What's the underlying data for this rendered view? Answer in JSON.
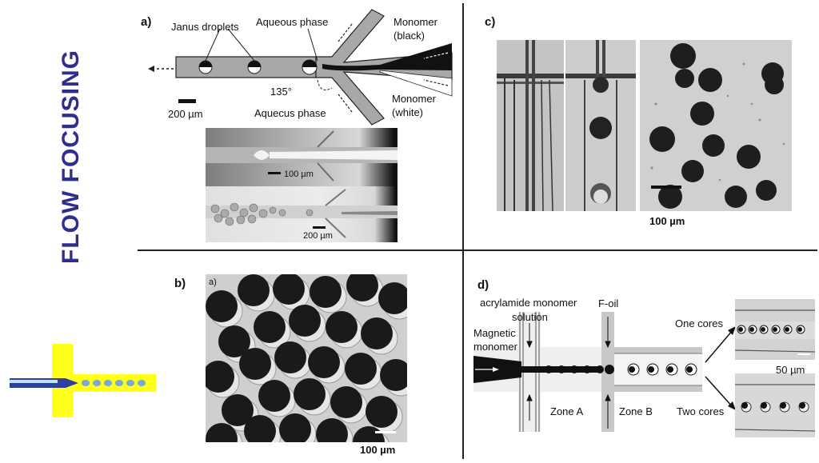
{
  "title": "FLOW FOCUSING",
  "panels": {
    "a": {
      "letter": "a)",
      "labels": {
        "janus": "Janus droplets",
        "aqueous_top": "Aqueous phase",
        "aqueous_bottom": "Aquecus phase",
        "monomer_black": "Monomer",
        "monomer_black_sub": "(black)",
        "monomer_white": "Monomer",
        "monomer_white_sub": "(white)",
        "angle": "135°",
        "scalebar": "200 µm"
      },
      "photo_scalebars": {
        "top": "100 µm",
        "bottom": "200 µm"
      }
    },
    "b": {
      "letter": "b)",
      "inner_letter": "a)",
      "scalebar": "100 µm"
    },
    "c": {
      "letter": "c)",
      "scalebar": "100 µm"
    },
    "d": {
      "letter": "d)",
      "labels": {
        "acrylamide": "acrylamide monomer",
        "solution": "solution",
        "foil": "F-oil",
        "magnetic": "Magnetic",
        "monomer": "monomer",
        "zone_a": "Zone A",
        "zone_b": "Zone B",
        "one_cores": "One cores",
        "two_cores": "Two cores",
        "scalebar": "50 µm"
      }
    }
  },
  "colors": {
    "title": "#2e2f8c",
    "cross_yellow": "#ffff1a",
    "channel_grey": "#a8a8a8"
  }
}
